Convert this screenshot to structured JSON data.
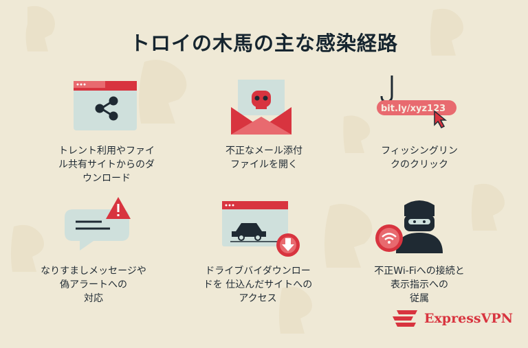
{
  "title": "トロイの木馬の主な感染経路",
  "items": [
    {
      "label": "トレント利用やファイ\nル共有サイトからのダ\nウンロード",
      "icon": "share-icon"
    },
    {
      "label": "不正なメール添付\nファイルを開く",
      "icon": "skull-icon"
    },
    {
      "label": "フィッシングリン\nクのクリック",
      "icon": "fishhook-icon",
      "url_text": "bit.ly/xyz123"
    },
    {
      "label": "なりすましメッセージや\n偽アラートへの\n対応",
      "icon": "warning-icon"
    },
    {
      "label": "ドライブバイダウンロー\nドを 仕込んだサイトへの\nアクセス",
      "icon": "download-icon"
    },
    {
      "label": "不正Wi-Fiへの接続と\n表示指示への\n従属",
      "icon": "wifi-icon"
    }
  ],
  "brand": {
    "name": "ExpressVPN",
    "color": "#d8343f"
  },
  "colors": {
    "background": "#efe9d6",
    "accent": "#d8343f",
    "panel": "#cfe0dc",
    "dark": "#1f2a33"
  }
}
